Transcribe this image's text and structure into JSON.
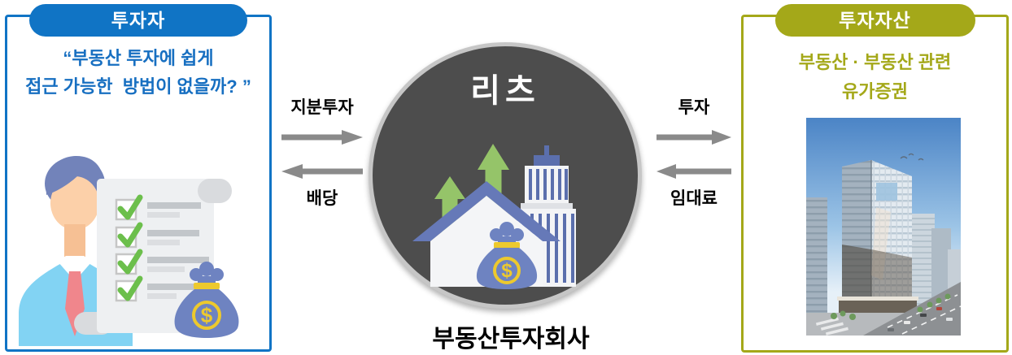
{
  "investor_panel": {
    "badge": "투자자",
    "quote_line1": "“부동산 투자에 쉽게",
    "quote_line2": "접근 가능한  방법이 없을까? ”"
  },
  "flows_left": {
    "top": "지분투자",
    "bottom": "배당"
  },
  "flows_right": {
    "top": "투자",
    "bottom": "임대료"
  },
  "reit_circle": {
    "title": "리츠",
    "caption": "부동산투자회사"
  },
  "asset_panel": {
    "badge": "투자자산",
    "desc_line1": "부동산 · 부동산 관련",
    "desc_line2": "유가증권"
  },
  "icons": {
    "dollar_symbol": "$"
  },
  "colors": {
    "investor_blue": "#1074c5",
    "asset_olive": "#a4a819",
    "circle_fill": "#4d4d4d",
    "circle_ring": "#c6c6c6",
    "arrow_gray": "#8a8a8a",
    "growth_green": "#95c469",
    "icon_blue": "#6e83c1",
    "money_yellow": "#edc92d",
    "check_green": "#6cbf4c"
  }
}
